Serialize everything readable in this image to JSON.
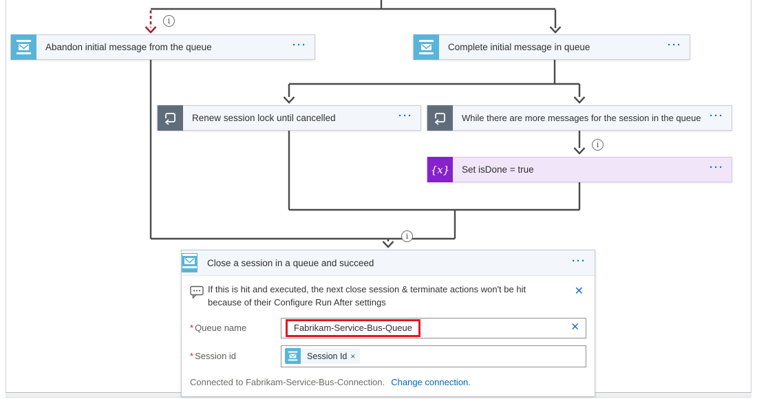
{
  "colors": {
    "service_bus_icon": "#59b4d9",
    "until_icon": "#5f6d7b",
    "variables_icon": "#8522cc",
    "variables_card_bg": "#f0e5f9",
    "connector_line": "#4a4a4a",
    "run_after_failed_arrow": "#a4262c",
    "annotation_rectangle": "#e81123",
    "menu_dots": "#0078d4",
    "link": "#0067b8"
  },
  "icons": {
    "service_bus": "service-bus-icon",
    "until_loop": "until-loop-icon",
    "variables": "{x}",
    "info": "i",
    "comment": "comment-bubble-icon",
    "dismiss": "✕",
    "clear": "✕",
    "token_remove": "×"
  },
  "menu_ellipsis": "···",
  "nodes": {
    "abandon": {
      "title": "Abandon initial message from the queue"
    },
    "complete": {
      "title": "Complete initial message in queue"
    },
    "renew": {
      "title": "Renew session lock until cancelled"
    },
    "while_more": {
      "title": "While there are more messages for the session in the queue"
    },
    "set_isdone": {
      "title": "Set isDone = true"
    },
    "close_session": {
      "title": "Close a session in a queue and succeed",
      "note": "If this is hit and executed, the next close session & terminate actions won't be hit because of their Configure Run After settings",
      "fields": [
        {
          "required": "*",
          "label": "Queue name",
          "value": "Fabrikam-Service-Bus-Queue"
        },
        {
          "required": "*",
          "label": "Session id",
          "token": "Session Id"
        }
      ],
      "footer": {
        "text": "Connected to Fabrikam-Service-Bus-Connection.",
        "link": "Change connection."
      }
    }
  }
}
